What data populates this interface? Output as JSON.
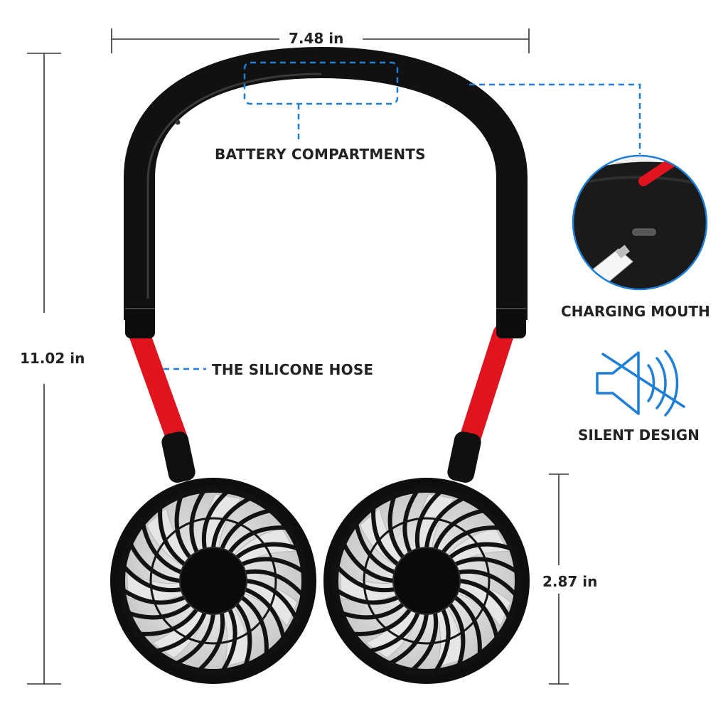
{
  "dimensions": {
    "width": "7.48 in",
    "height": "11.02 in",
    "fan_diameter": "2.87 in"
  },
  "callouts": {
    "battery": "BATTERY COMPARTMENTS",
    "hose": "THE SILICONE HOSE",
    "charging": "CHARGING MOUTH",
    "silent": "SILENT DESIGN"
  },
  "icons": {
    "mute": "speaker-muted-icon",
    "charging_inset": "usb-port-closeup"
  },
  "colors": {
    "body": "#111111",
    "hose": "#e0141e",
    "accent_blue": "#1e7fd8",
    "blade": "#dcdcdc",
    "text": "#222222"
  }
}
